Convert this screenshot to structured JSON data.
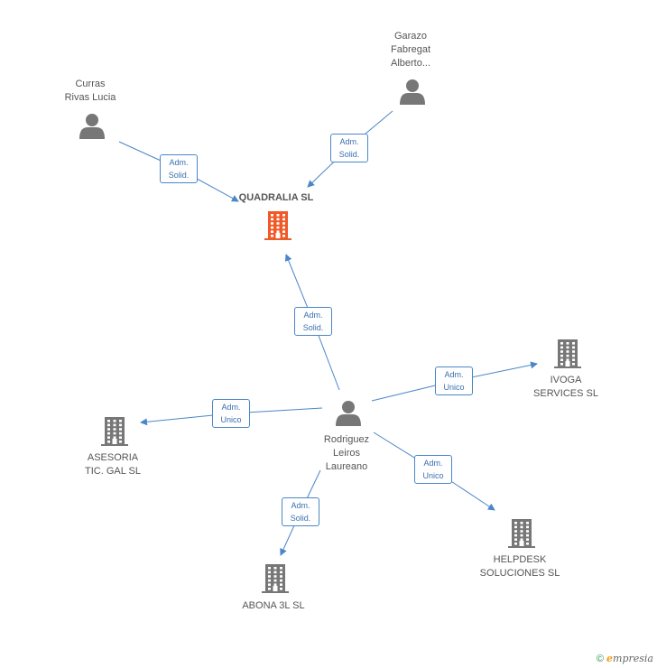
{
  "nodes": [
    {
      "id": "quadralia",
      "label": "QUADRALIA SL",
      "kind": "company",
      "highlight": true
    },
    {
      "id": "curras",
      "label": "Curras\nRivas Lucia",
      "kind": "person"
    },
    {
      "id": "garazo",
      "label": "Garazo\nFabregat\nAlberto...",
      "kind": "person"
    },
    {
      "id": "rodriguez",
      "label": "Rodriguez\nLeiros\nLaureano",
      "kind": "person"
    },
    {
      "id": "ivoga",
      "label": "IVOGA\nSERVICES SL",
      "kind": "company"
    },
    {
      "id": "asesoria",
      "label": "ASESORIA\nTIC. GAL SL",
      "kind": "company"
    },
    {
      "id": "helpdesk",
      "label": "HELPDESK\nSOLUCIONES SL",
      "kind": "company"
    },
    {
      "id": "abona",
      "label": "ABONA 3L SL",
      "kind": "company"
    }
  ],
  "edges": [
    {
      "from": "curras",
      "to": "quadralia",
      "label": "Adm.\nSolid."
    },
    {
      "from": "garazo",
      "to": "quadralia",
      "label": "Adm.\nSolid."
    },
    {
      "from": "rodriguez",
      "to": "quadralia",
      "label": "Adm.\nSolid."
    },
    {
      "from": "rodriguez",
      "to": "ivoga",
      "label": "Adm.\nUnico"
    },
    {
      "from": "rodriguez",
      "to": "asesoria",
      "label": "Adm.\nUnico"
    },
    {
      "from": "rodriguez",
      "to": "helpdesk",
      "label": "Adm.\nUnico"
    },
    {
      "from": "rodriguez",
      "to": "abona",
      "label": "Adm.\nSolid."
    }
  ],
  "colors": {
    "edge": "#4a86c8",
    "person_icon": "#777777",
    "company_icon": "#777777",
    "highlight_company": "#f05a28"
  },
  "footer": {
    "copyright": "©",
    "brand_initial": "e",
    "brand_rest": "mpresia"
  }
}
